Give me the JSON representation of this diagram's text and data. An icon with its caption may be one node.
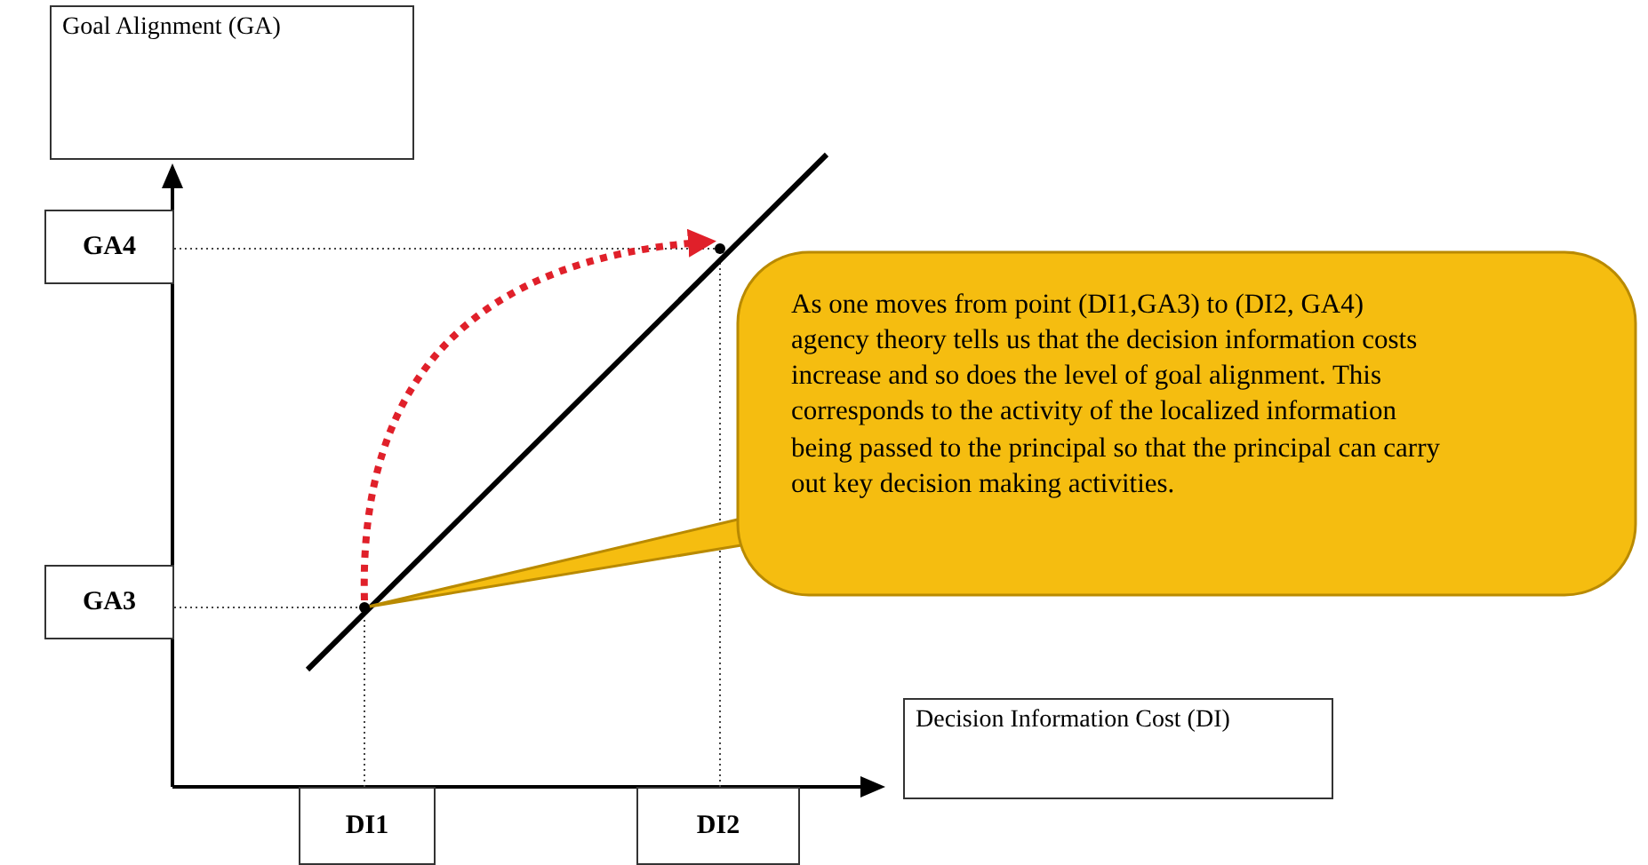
{
  "diagram": {
    "nodes": [
      {
        "text": [
          "Goal Alignment (GA)"
        ]
      },
      {
        "text": [
          "GA4"
        ]
      },
      {
        "text": [
          "GA3"
        ]
      },
      {
        "text": [
          "DI1"
        ]
      },
      {
        "text": [
          "DI2"
        ]
      },
      {
        "text": [
          "Decision Information Cost (DI)"
        ]
      },
      {
        "text": [
          "As one moves from point (DI1,GA3) to (DI2, GA4) agency theory tells us that the decision information costs increase and so does the level of goal alignment. This corresponds to the activity of the localized information being passed to the principal so that the principal can carry out key decision making activities."
        ]
      },
      {
        "text": [],
        "shape": "circle"
      },
      {
        "text": [],
        "shape": "circle"
      }
    ],
    "edges": [
      {
        "from": 7,
        "to": 8,
        "arrow": "to",
        "style": "dashed",
        "color": "#e0202a"
      },
      {
        "from": 6,
        "to": 7,
        "arrow": "none"
      },
      {
        "from": 1,
        "to": 8,
        "arrow": "none",
        "style": "dashed"
      },
      {
        "from": 8,
        "to": 4,
        "arrow": "none",
        "style": "dashed"
      },
      {
        "from": 2,
        "to": 7,
        "arrow": "none",
        "style": "dashed"
      },
      {
        "from": 7,
        "to": 3,
        "arrow": "none",
        "style": "dashed"
      }
    ]
  }
}
